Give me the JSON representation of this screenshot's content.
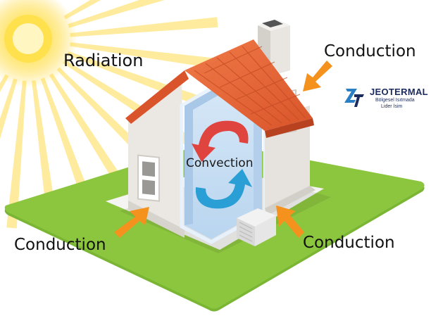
{
  "labels": {
    "radiation": "Radiation",
    "conduction_top_right": "Conduction",
    "conduction_bottom_left": "Conduction",
    "conduction_bottom_right": "Conduction",
    "convection": "Convection"
  },
  "logo": {
    "brand": "JEOTERMAL",
    "tagline_1": "Bölgesel Isıtmada",
    "tagline_2": "Lider İsim"
  },
  "colors": {
    "sun": "#ffd21a",
    "sun_rays": "#ffe27a",
    "roof": "#e8683a",
    "lawn": "#8cc63f",
    "walls": "#e9e6e2",
    "interior": "#c9dff3",
    "arrow_conduction": "#f5921e",
    "arrow_convection_hot": "#e0443e",
    "arrow_convection_cold": "#2a9fd6",
    "logo": "#1b2b5e"
  }
}
